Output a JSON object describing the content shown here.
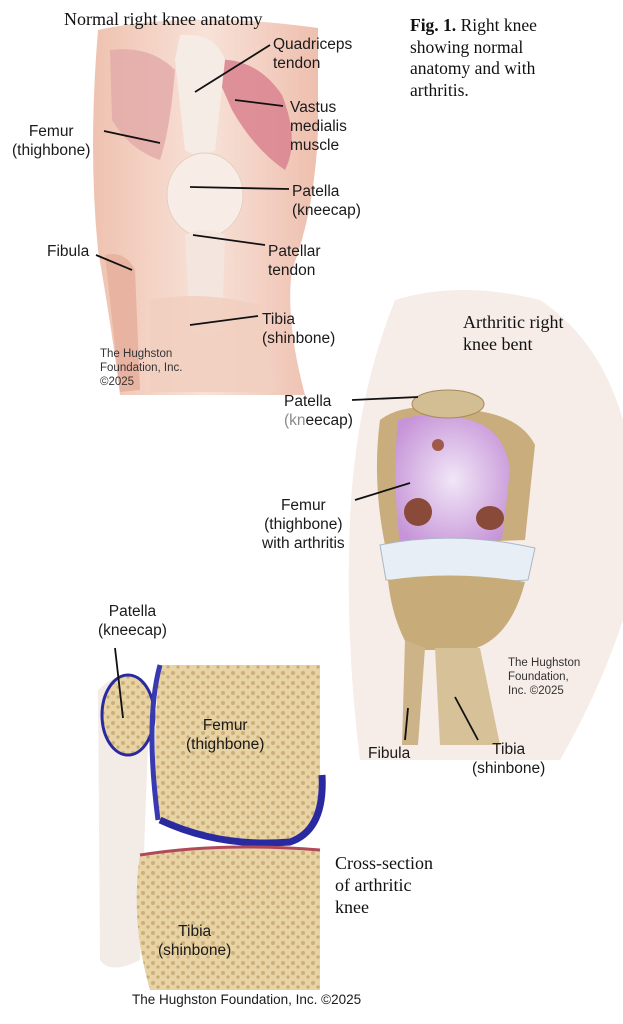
{
  "figure": {
    "caption_bold": "Fig. 1.",
    "caption_lines": [
      " Right knee",
      "showing normal",
      "anatomy and with",
      "arthritis."
    ]
  },
  "normal": {
    "title": "Normal right knee anatomy",
    "labels": {
      "quadriceps": [
        "Quadriceps",
        "tendon"
      ],
      "vastus": [
        "Vastus",
        "medialis",
        "muscle"
      ],
      "femur": [
        "Femur",
        "(thighbone)"
      ],
      "patella": [
        "Patella",
        "(kneecap)"
      ],
      "fibula": [
        "Fibula"
      ],
      "patellar_tendon": [
        "Patellar",
        "tendon"
      ],
      "tibia": [
        "Tibia",
        "(shinbone)"
      ]
    },
    "credit": [
      "The Hughston",
      "Foundation, Inc.",
      "©2025"
    ]
  },
  "arthritic": {
    "title": [
      "Arthritic right",
      "knee bent"
    ],
    "labels": {
      "patella": [
        "Patella",
        "(kn",
        "eecap)"
      ],
      "femur": [
        "Femur",
        "(thighbone)",
        "with arthritis"
      ],
      "fibula": [
        "Fibula"
      ],
      "tibia": [
        "Tibia",
        "(shinbone)"
      ]
    },
    "credit": [
      "The Hughston",
      "Foundation,",
      "Inc. ©2025"
    ]
  },
  "cross_section": {
    "title": [
      "Cross-section",
      "of arthritic",
      "knee"
    ],
    "labels": {
      "patella": [
        "Patella",
        "(kneecap)"
      ],
      "femur": [
        "Femur",
        "(thighbone)"
      ],
      "tibia": [
        "Tibia",
        "(shinbone)"
      ]
    }
  },
  "footer": {
    "credit": "The Hughston Foundation, Inc. ©2025"
  },
  "colors": {
    "skin": "#f3d4c6",
    "muscle": "#d98a96",
    "bone": "#e6d3a8",
    "cartilage": "#2a2aa0",
    "arthritis": "#c9a2d9"
  }
}
